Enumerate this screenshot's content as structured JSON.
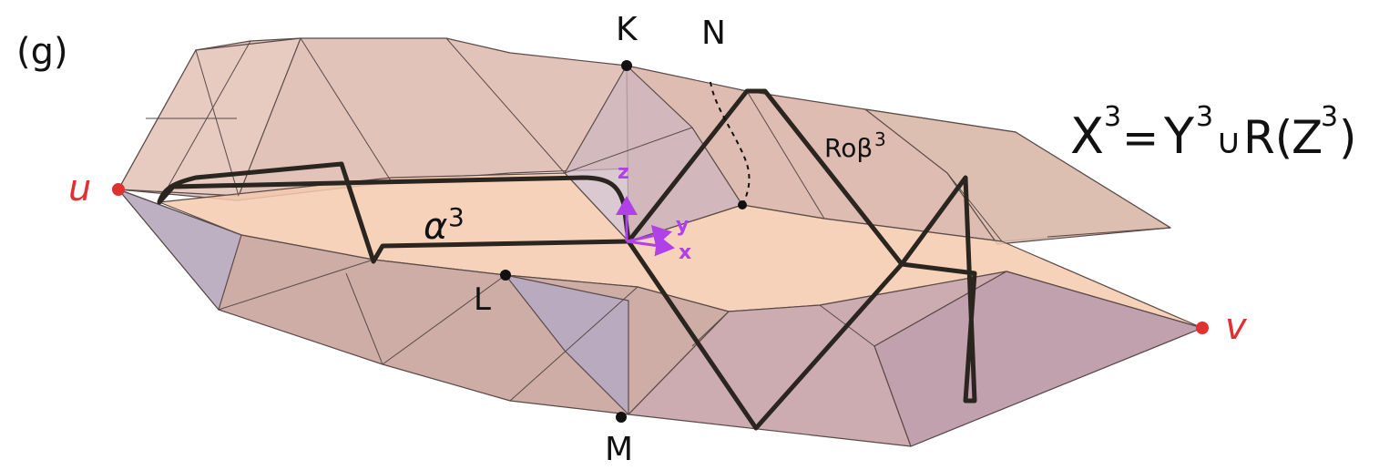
{
  "panel_label": "(g)",
  "formula": {
    "X": "X",
    "eq": "=",
    "Y": "Y",
    "cup": "∪",
    "R": "R(",
    "Z": "Z",
    "close": ")",
    "sup": "3"
  },
  "vertices": {
    "u": "u",
    "v": "v",
    "K": "K",
    "L": "L",
    "M": "M",
    "N": "N"
  },
  "curve_labels": {
    "alpha": "α",
    "alpha_sup": "3",
    "rob": "Roβ",
    "rob_sup": "3"
  },
  "axes": {
    "x": "x",
    "y": "y",
    "z": "z"
  },
  "colors": {
    "face_top": "#d8b4aa",
    "face_light": "#e9d2ca",
    "face_peach": "#f3c9ad",
    "face_mauve": "#c9a9b2",
    "face_blue": "#b9adc4",
    "edge": "#5a4a48",
    "curve": "#2b2520",
    "vertex_red": "#e03030",
    "axes": "#b040e8"
  }
}
